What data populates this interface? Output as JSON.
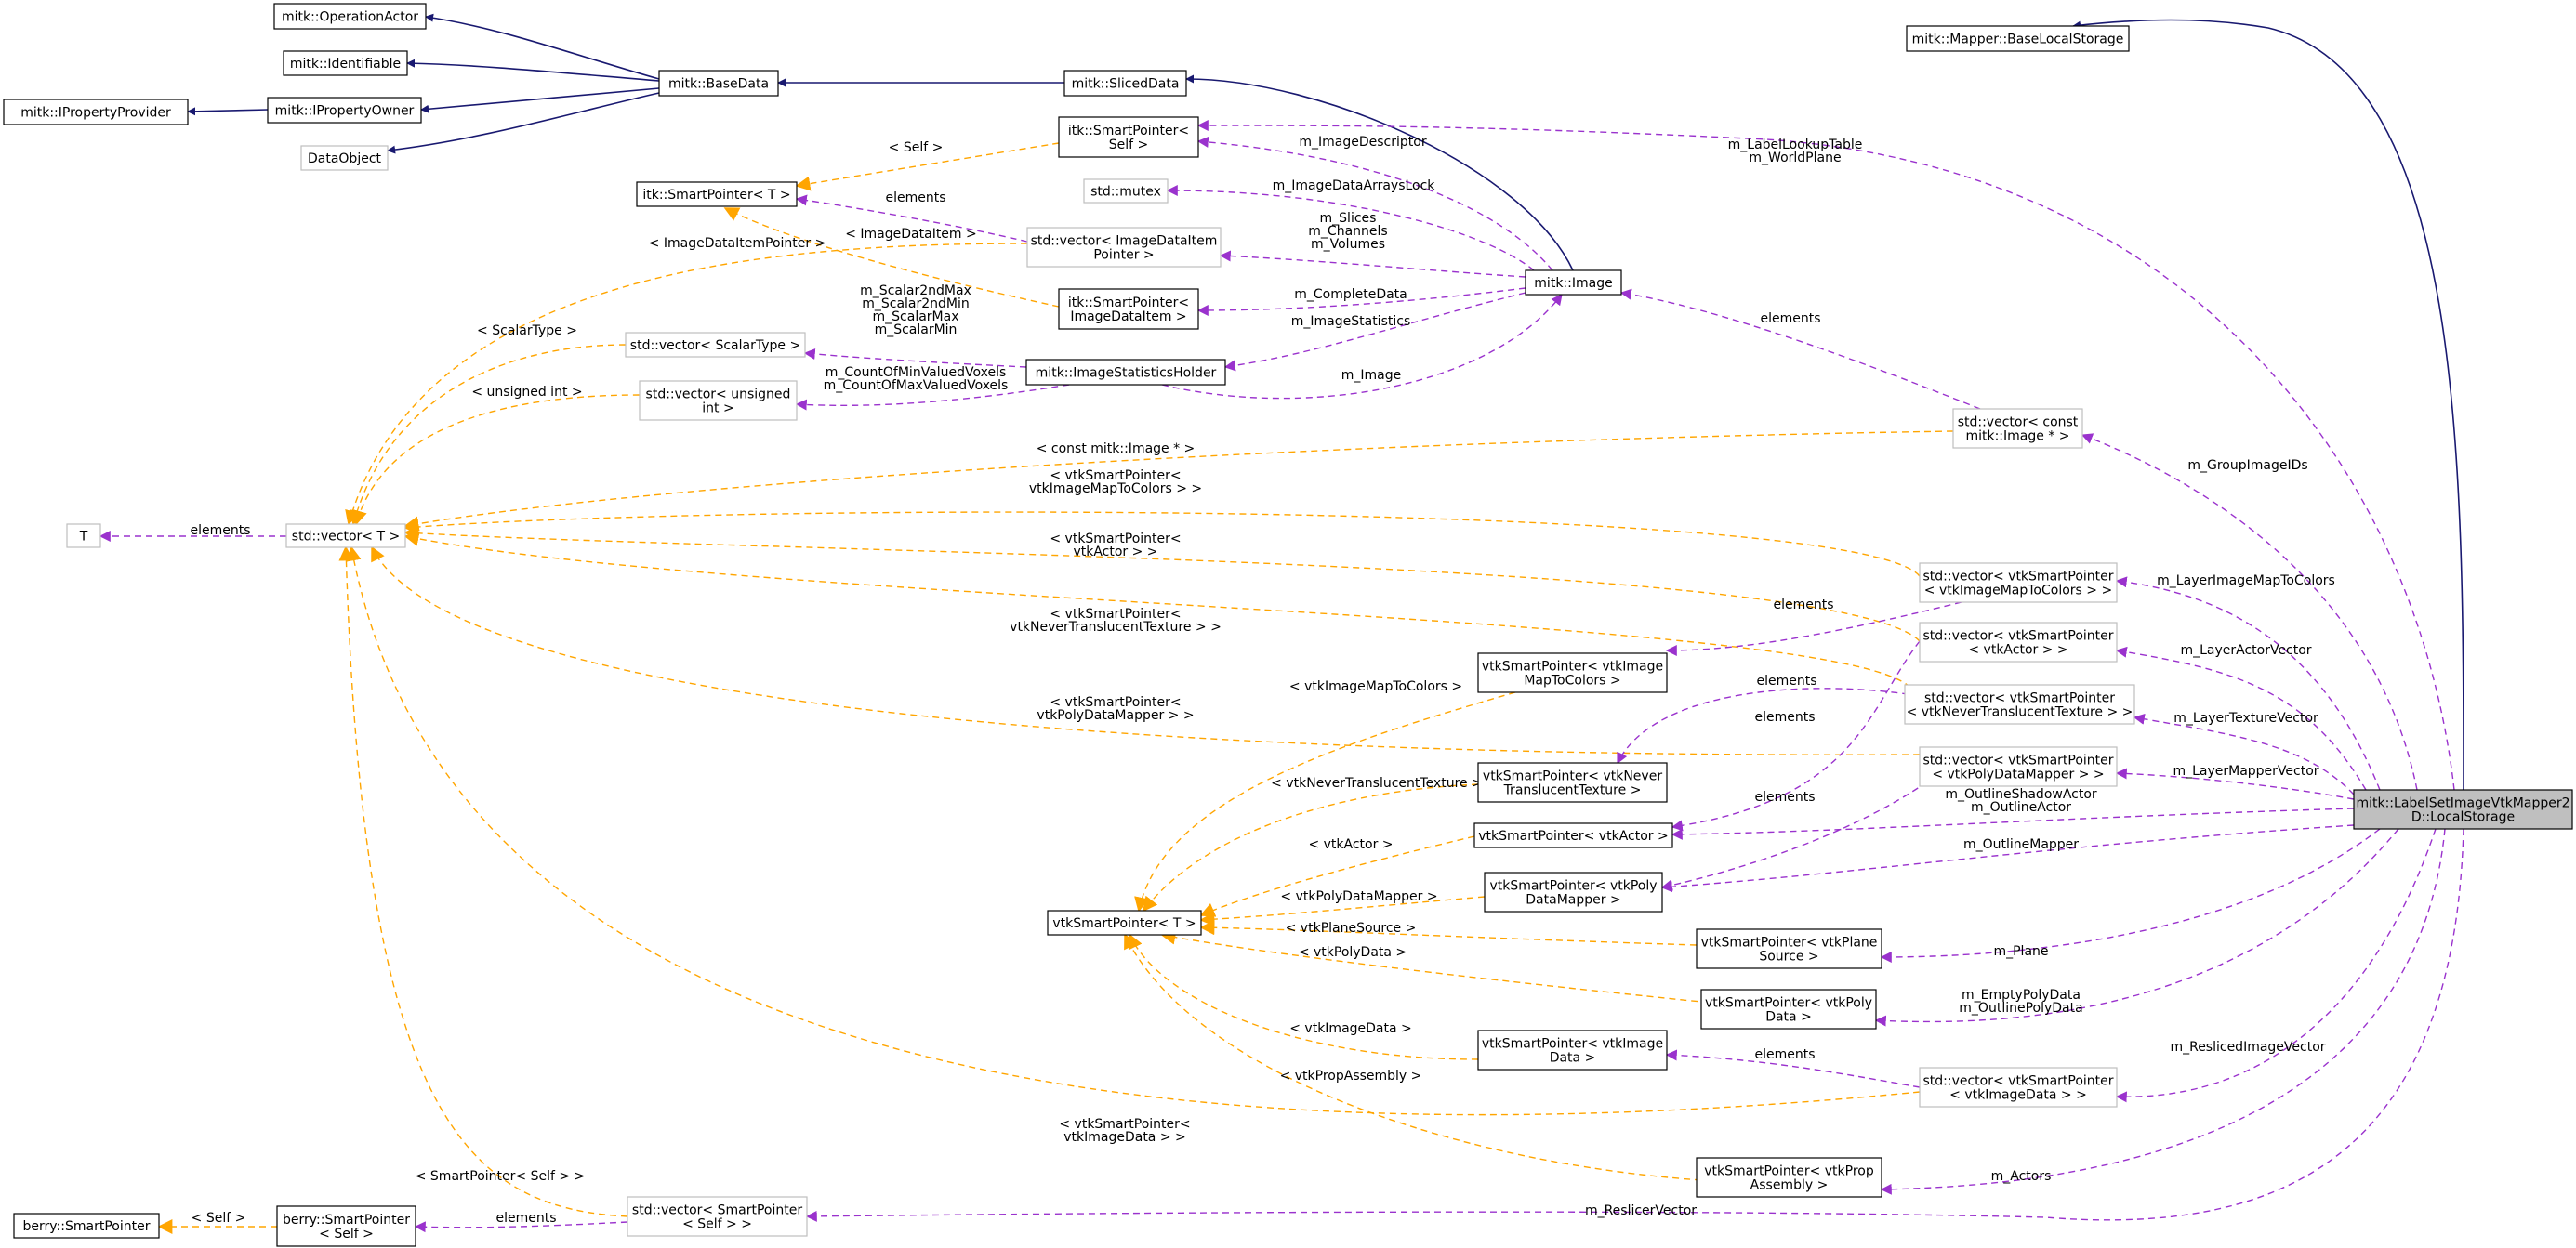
{
  "nodes": [
    {
      "id": "opactor",
      "lines": [
        "mitk::OperationActor"
      ],
      "style": "solid"
    },
    {
      "id": "identifiable",
      "lines": [
        "mitk::Identifiable"
      ],
      "style": "solid"
    },
    {
      "id": "ipropprovider",
      "lines": [
        "mitk::IPropertyProvider"
      ],
      "style": "solid"
    },
    {
      "id": "ipropowner",
      "lines": [
        "mitk::IPropertyOwner"
      ],
      "style": "solid"
    },
    {
      "id": "dataobject",
      "lines": [
        "DataObject"
      ],
      "style": "gray"
    },
    {
      "id": "basedata",
      "lines": [
        "mitk::BaseData"
      ],
      "style": "solid"
    },
    {
      "id": "sliceddata",
      "lines": [
        "mitk::SlicedData"
      ],
      "style": "solid"
    },
    {
      "id": "baselocal",
      "lines": [
        "mitk::Mapper::BaseLocalStorage"
      ],
      "style": "solid"
    },
    {
      "id": "itksp_self",
      "lines": [
        "itk::SmartPointer<",
        "Self >"
      ],
      "style": "solid"
    },
    {
      "id": "itksp_t",
      "lines": [
        "itk::SmartPointer< T >"
      ],
      "style": "solid"
    },
    {
      "id": "stdmutex",
      "lines": [
        "std::mutex"
      ],
      "style": "gray"
    },
    {
      "id": "vec_imgdataitem",
      "lines": [
        "std::vector< ImageDataItem",
        "Pointer >"
      ],
      "style": "gray"
    },
    {
      "id": "mitkimage",
      "lines": [
        "mitk::Image"
      ],
      "style": "solid"
    },
    {
      "id": "itksp_imgdataitem",
      "lines": [
        "itk::SmartPointer<",
        "ImageDataItem >"
      ],
      "style": "solid"
    },
    {
      "id": "vec_scalartype",
      "lines": [
        "std::vector< ScalarType >"
      ],
      "style": "gray"
    },
    {
      "id": "imgstats",
      "lines": [
        "mitk::ImageStatisticsHolder"
      ],
      "style": "solid"
    },
    {
      "id": "vec_uint",
      "lines": [
        "std::vector< unsigned",
        "int >"
      ],
      "style": "gray"
    },
    {
      "id": "t",
      "lines": [
        "T"
      ],
      "style": "gray"
    },
    {
      "id": "vec_t",
      "lines": [
        "std::vector< T >"
      ],
      "style": "gray"
    },
    {
      "id": "vec_constimg",
      "lines": [
        "std::vector< const",
        "mitk::Image * >"
      ],
      "style": "gray"
    },
    {
      "id": "vec_vtkimgmap",
      "lines": [
        "std::vector< vtkSmartPointer",
        "< vtkImageMapToColors > >"
      ],
      "style": "gray"
    },
    {
      "id": "vec_vtkactor",
      "lines": [
        "std::vector< vtkSmartPointer",
        "< vtkActor > >"
      ],
      "style": "gray"
    },
    {
      "id": "vec_vtknevertex",
      "lines": [
        "std::vector< vtkSmartPointer",
        "< vtkNeverTranslucentTexture > >"
      ],
      "style": "gray"
    },
    {
      "id": "vec_vtkpolymap",
      "lines": [
        "std::vector< vtkSmartPointer",
        "< vtkPolyDataMapper > >"
      ],
      "style": "gray"
    },
    {
      "id": "vtksp_imgmap",
      "lines": [
        "vtkSmartPointer< vtkImage",
        "MapToColors >"
      ],
      "style": "solid"
    },
    {
      "id": "vtksp_nevertex",
      "lines": [
        "vtkSmartPointer< vtkNever",
        "TranslucentTexture >"
      ],
      "style": "solid"
    },
    {
      "id": "vtksp_actor",
      "lines": [
        "vtkSmartPointer< vtkActor >"
      ],
      "style": "solid"
    },
    {
      "id": "vtksp_polymap",
      "lines": [
        "vtkSmartPointer< vtkPoly",
        "DataMapper >"
      ],
      "style": "solid"
    },
    {
      "id": "vtksp_t",
      "lines": [
        "vtkSmartPointer< T >"
      ],
      "style": "solid"
    },
    {
      "id": "vtksp_planesrc",
      "lines": [
        "vtkSmartPointer< vtkPlane",
        "Source >"
      ],
      "style": "solid"
    },
    {
      "id": "vtksp_polydata",
      "lines": [
        "vtkSmartPointer< vtkPoly",
        "Data >"
      ],
      "style": "solid"
    },
    {
      "id": "vtksp_imgdata",
      "lines": [
        "vtkSmartPointer< vtkImage",
        "Data >"
      ],
      "style": "solid"
    },
    {
      "id": "vec_vtkimgdata",
      "lines": [
        "std::vector< vtkSmartPointer",
        "< vtkImageData > >"
      ],
      "style": "gray"
    },
    {
      "id": "vtksp_propasm",
      "lines": [
        "vtkSmartPointer< vtkProp",
        "Assembly >"
      ],
      "style": "solid"
    },
    {
      "id": "berrysp",
      "lines": [
        "berry::SmartPointer"
      ],
      "style": "solid"
    },
    {
      "id": "berrysp_self",
      "lines": [
        "berry::SmartPointer",
        "< Self >"
      ],
      "style": "solid"
    },
    {
      "id": "vec_spself",
      "lines": [
        "std::vector< SmartPointer",
        "< Self > >"
      ],
      "style": "gray"
    },
    {
      "id": "main",
      "lines": [
        "mitk::LabelSetImageVtkMapper2",
        "D::LocalStorage"
      ],
      "style": "main"
    }
  ],
  "edges": [
    {
      "id": "e01",
      "kind": "inherit",
      "from": "basedata",
      "to": "opactor",
      "labels": []
    },
    {
      "id": "e02",
      "kind": "inherit",
      "from": "basedata",
      "to": "identifiable",
      "labels": []
    },
    {
      "id": "e03",
      "kind": "inherit",
      "from": "basedata",
      "to": "ipropowner",
      "labels": []
    },
    {
      "id": "e04",
      "kind": "inherit",
      "from": "basedata",
      "to": "dataobject",
      "labels": []
    },
    {
      "id": "e05",
      "kind": "inherit",
      "from": "ipropowner",
      "to": "ipropprovider",
      "labels": []
    },
    {
      "id": "e06",
      "kind": "inherit",
      "from": "sliceddata",
      "to": "basedata",
      "labels": []
    },
    {
      "id": "e07",
      "kind": "inherit",
      "from": "mitkimage",
      "to": "sliceddata",
      "labels": []
    },
    {
      "id": "e08",
      "kind": "inherit",
      "from": "main",
      "to": "baselocal",
      "labels": []
    },
    {
      "id": "e09",
      "kind": "template",
      "from": "itksp_self",
      "to": "itksp_t",
      "labels": [
        "< Self >"
      ]
    },
    {
      "id": "e10",
      "kind": "template",
      "from": "itksp_imgdataitem",
      "to": "itksp_t",
      "labels": [
        "< ImageDataItem >"
      ]
    },
    {
      "id": "e11",
      "kind": "usage",
      "from": "vec_imgdataitem",
      "to": "itksp_t",
      "labels": [
        "elements"
      ]
    },
    {
      "id": "e12",
      "kind": "usage",
      "from": "mitkimage",
      "to": "itksp_self",
      "labels": [
        "m_ImageDescriptor"
      ]
    },
    {
      "id": "e13",
      "kind": "usage",
      "from": "mitkimage",
      "to": "stdmutex",
      "labels": [
        "m_ImageDataArraysLock"
      ]
    },
    {
      "id": "e14",
      "kind": "usage",
      "from": "mitkimage",
      "to": "vec_imgdataitem",
      "labels": [
        "m_Slices",
        "m_Channels",
        "m_Volumes"
      ]
    },
    {
      "id": "e15",
      "kind": "usage",
      "from": "mitkimage",
      "to": "itksp_imgdataitem",
      "labels": [
        "m_CompleteData"
      ]
    },
    {
      "id": "e16",
      "kind": "usage",
      "from": "mitkimage",
      "to": "imgstats",
      "labels": [
        "m_ImageStatistics"
      ]
    },
    {
      "id": "e17",
      "kind": "usage",
      "from": "imgstats",
      "to": "mitkimage",
      "labels": [
        "m_Image"
      ]
    },
    {
      "id": "e18",
      "kind": "usage",
      "from": "imgstats",
      "to": "vec_scalartype",
      "labels": [
        "m_Scalar2ndMax",
        "m_Scalar2ndMin",
        "m_ScalarMax",
        "m_ScalarMin"
      ]
    },
    {
      "id": "e19",
      "kind": "usage",
      "from": "imgstats",
      "to": "vec_uint",
      "labels": [
        "m_CountOfMinValuedVoxels",
        "m_CountOfMaxValuedVoxels"
      ]
    },
    {
      "id": "e20",
      "kind": "usage",
      "from": "vec_constimg",
      "to": "mitkimage",
      "labels": [
        "elements"
      ]
    },
    {
      "id": "e21",
      "kind": "usage",
      "from": "vec_t",
      "to": "t",
      "labels": [
        "elements"
      ]
    },
    {
      "id": "e22",
      "kind": "template",
      "from": "vec_imgdataitem",
      "to": "vec_t",
      "labels": [
        "< ImageDataItemPointer >"
      ]
    },
    {
      "id": "e23",
      "kind": "template",
      "from": "vec_scalartype",
      "to": "vec_t",
      "labels": [
        "< ScalarType >"
      ]
    },
    {
      "id": "e24",
      "kind": "template",
      "from": "vec_uint",
      "to": "vec_t",
      "labels": [
        "< unsigned int >"
      ]
    },
    {
      "id": "e25",
      "kind": "template",
      "from": "vec_constimg",
      "to": "vec_t",
      "labels": [
        "< const mitk::Image * >"
      ]
    },
    {
      "id": "e26",
      "kind": "template",
      "from": "vec_vtkimgmap",
      "to": "vec_t",
      "labels": [
        "< vtkSmartPointer<",
        "vtkImageMapToColors > >"
      ]
    },
    {
      "id": "e27",
      "kind": "template",
      "from": "vec_vtkactor",
      "to": "vec_t",
      "labels": [
        "< vtkSmartPointer<",
        "vtkActor > >"
      ]
    },
    {
      "id": "e28",
      "kind": "template",
      "from": "vec_vtknevertex",
      "to": "vec_t",
      "labels": [
        "< vtkSmartPointer<",
        "vtkNeverTranslucentTexture > >"
      ]
    },
    {
      "id": "e29",
      "kind": "template",
      "from": "vec_vtkpolymap",
      "to": "vec_t",
      "labels": [
        "< vtkSmartPointer<",
        "vtkPolyDataMapper > >"
      ]
    },
    {
      "id": "e30",
      "kind": "template",
      "from": "vec_vtkimgdata",
      "to": "vec_t",
      "labels": [
        "< vtkSmartPointer<",
        "vtkImageData > >"
      ]
    },
    {
      "id": "e31",
      "kind": "template",
      "from": "vec_spself",
      "to": "vec_t",
      "labels": [
        "< SmartPointer< Self > >"
      ]
    },
    {
      "id": "e32",
      "kind": "template",
      "from": "berrysp_self",
      "to": "berrysp",
      "labels": [
        "< Self >"
      ]
    },
    {
      "id": "e33",
      "kind": "usage",
      "from": "vec_spself",
      "to": "berrysp_self",
      "labels": [
        "elements"
      ]
    },
    {
      "id": "e34",
      "kind": "usage",
      "from": "vec_vtkimgmap",
      "to": "vtksp_imgmap",
      "labels": [
        "elements"
      ]
    },
    {
      "id": "e35",
      "kind": "usage",
      "from": "vec_vtknevertex",
      "to": "vtksp_nevertex",
      "labels": [
        "elements"
      ]
    },
    {
      "id": "e36",
      "kind": "usage",
      "from": "vec_vtkactor",
      "to": "vtksp_actor",
      "labels": [
        "elements"
      ]
    },
    {
      "id": "e37",
      "kind": "usage",
      "from": "vec_vtkpolymap",
      "to": "vtksp_polymap",
      "labels": [
        "elements"
      ]
    },
    {
      "id": "e38",
      "kind": "usage",
      "from": "vec_vtkimgdata",
      "to": "vtksp_imgdata",
      "labels": [
        "elements"
      ]
    },
    {
      "id": "e39",
      "kind": "template",
      "from": "vtksp_imgmap",
      "to": "vtksp_t",
      "labels": [
        "< vtkImageMapToColors >"
      ]
    },
    {
      "id": "e40",
      "kind": "template",
      "from": "vtksp_nevertex",
      "to": "vtksp_t",
      "labels": [
        "< vtkNeverTranslucentTexture >"
      ]
    },
    {
      "id": "e41",
      "kind": "template",
      "from": "vtksp_actor",
      "to": "vtksp_t",
      "labels": [
        "< vtkActor >"
      ]
    },
    {
      "id": "e42",
      "kind": "template",
      "from": "vtksp_polymap",
      "to": "vtksp_t",
      "labels": [
        "< vtkPolyDataMapper >"
      ]
    },
    {
      "id": "e43",
      "kind": "template",
      "from": "vtksp_planesrc",
      "to": "vtksp_t",
      "labels": [
        "< vtkPlaneSource >"
      ]
    },
    {
      "id": "e44",
      "kind": "template",
      "from": "vtksp_polydata",
      "to": "vtksp_t",
      "labels": [
        "< vtkPolyData >"
      ]
    },
    {
      "id": "e45",
      "kind": "template",
      "from": "vtksp_imgdata",
      "to": "vtksp_t",
      "labels": [
        "< vtkImageData >"
      ]
    },
    {
      "id": "e46",
      "kind": "template",
      "from": "vtksp_propasm",
      "to": "vtksp_t",
      "labels": [
        "< vtkPropAssembly >"
      ]
    },
    {
      "id": "e47",
      "kind": "usage",
      "from": "main",
      "to": "itksp_self",
      "labels": [
        "m_LabelLookupTable",
        "m_WorldPlane"
      ]
    },
    {
      "id": "e48",
      "kind": "usage",
      "from": "main",
      "to": "vec_constimg",
      "labels": [
        "m_GroupImageIDs"
      ]
    },
    {
      "id": "e49",
      "kind": "usage",
      "from": "main",
      "to": "vec_vtkimgmap",
      "labels": [
        "m_LayerImageMapToColors"
      ]
    },
    {
      "id": "e50",
      "kind": "usage",
      "from": "main",
      "to": "vec_vtkactor",
      "labels": [
        "m_LayerActorVector"
      ]
    },
    {
      "id": "e51",
      "kind": "usage",
      "from": "main",
      "to": "vec_vtknevertex",
      "labels": [
        "m_LayerTextureVector"
      ]
    },
    {
      "id": "e52",
      "kind": "usage",
      "from": "main",
      "to": "vec_vtkpolymap",
      "labels": [
        "m_LayerMapperVector"
      ]
    },
    {
      "id": "e53",
      "kind": "usage",
      "from": "main",
      "to": "vtksp_actor",
      "labels": [
        "m_OutlineShadowActor",
        "m_OutlineActor"
      ]
    },
    {
      "id": "e54",
      "kind": "usage",
      "from": "main",
      "to": "vtksp_polymap",
      "labels": [
        "m_OutlineMapper"
      ]
    },
    {
      "id": "e55",
      "kind": "usage",
      "from": "main",
      "to": "vtksp_planesrc",
      "labels": [
        "m_Plane"
      ]
    },
    {
      "id": "e56",
      "kind": "usage",
      "from": "main",
      "to": "vtksp_polydata",
      "labels": [
        "m_EmptyPolyData",
        "m_OutlinePolyData"
      ]
    },
    {
      "id": "e57",
      "kind": "usage",
      "from": "main",
      "to": "vec_vtkimgdata",
      "labels": [
        "m_ReslicedImageVector"
      ]
    },
    {
      "id": "e58",
      "kind": "usage",
      "from": "main",
      "to": "vtksp_propasm",
      "labels": [
        "m_Actors"
      ]
    },
    {
      "id": "e59",
      "kind": "usage",
      "from": "main",
      "to": "vec_spself",
      "labels": [
        "m_ReslicerVector"
      ]
    }
  ],
  "colors": {
    "inherit": "#191970",
    "usage": "#9a32cd",
    "template": "#ffa500",
    "border_solid": "#000000",
    "border_gray": "#bfbfbf",
    "main_fill": "#bfbfbf",
    "node_fill": "#ffffff"
  }
}
